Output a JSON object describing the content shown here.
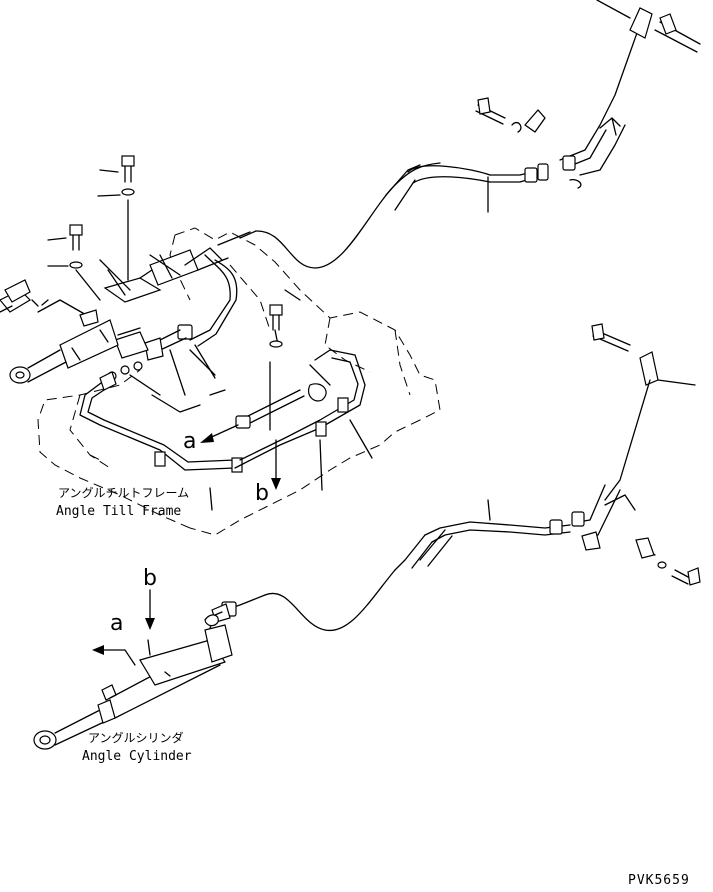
{
  "diagram": {
    "labels": {
      "frame_jp": "アングルチルトフレーム",
      "frame_en": "Angle Till Frame",
      "cylinder_jp": "アングルシリンダ",
      "cylinder_en": "Angle Cylinder",
      "arrow_a_top": "a",
      "arrow_b_top": "b",
      "arrow_a_bottom": "a",
      "arrow_b_bottom": "b",
      "part_code": "PVK5659"
    }
  }
}
